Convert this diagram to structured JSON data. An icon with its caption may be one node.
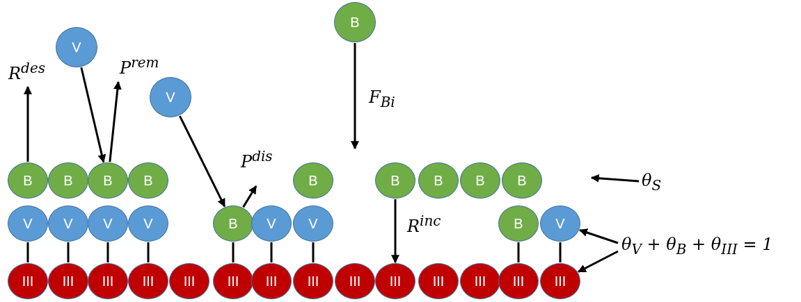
{
  "diagram": {
    "nodes": [
      {
        "text": [
          "B"
        ]
      },
      {
        "text": [
          "V"
        ]
      },
      {
        "text": [
          "V"
        ]
      },
      {
        "text": [
          "B"
        ]
      },
      {
        "text": [
          "B"
        ]
      },
      {
        "text": [
          "B"
        ]
      },
      {
        "text": [
          "B"
        ]
      },
      {
        "text": [
          "B"
        ]
      },
      {
        "text": [
          "B"
        ]
      },
      {
        "text": [
          "B"
        ]
      },
      {
        "text": [
          "B"
        ]
      },
      {
        "text": [
          "B"
        ]
      },
      {
        "text": [
          "V"
        ]
      },
      {
        "text": [
          "V"
        ]
      },
      {
        "text": [
          "V"
        ]
      },
      {
        "text": [
          "V"
        ]
      },
      {
        "text": [
          "B"
        ]
      },
      {
        "text": [
          "V"
        ]
      },
      {
        "text": [
          "V"
        ]
      },
      {
        "text": [
          "B"
        ]
      },
      {
        "text": [
          "V"
        ]
      },
      {
        "text": [
          "III"
        ]
      },
      {
        "text": [
          "III"
        ]
      },
      {
        "text": [
          "III"
        ]
      },
      {
        "text": [
          "III"
        ]
      },
      {
        "text": [
          "III"
        ]
      },
      {
        "text": [
          "III"
        ]
      },
      {
        "text": [
          "III"
        ]
      },
      {
        "text": [
          "III"
        ]
      },
      {
        "text": [
          "III"
        ]
      },
      {
        "text": [
          "III"
        ]
      },
      {
        "text": [
          "III"
        ]
      },
      {
        "text": [
          "III"
        ]
      },
      {
        "text": [
          "III"
        ]
      },
      {
        "text": [
          "III"
        ]
      },
      {
        "text": [
          "θ$_{S}$"
        ]
      },
      {
        "text": [
          "θ$_{V}$ + θ$_{B}$ + θ$_{III}$ = 1"
        ]
      }
    ],
    "edges": [
      {
        "from": 1,
        "to": 5,
        "arrow": "to"
      },
      {
        "from": 3,
        "to": null,
        "arrow": "to",
        "label": "R$^{des}$"
      },
      {
        "from": 5,
        "to": null,
        "arrow": "to",
        "label": "P$^{rem}$"
      },
      {
        "from": 2,
        "to": 16,
        "arrow": "to"
      },
      {
        "from": 16,
        "to": null,
        "arrow": "to",
        "label": "P$^{dis}$"
      },
      {
        "from": 0,
        "to": null,
        "arrow": "to",
        "label": "F$_{Bi}$"
      },
      {
        "from": 8,
        "to": 30,
        "arrow": "to",
        "label": "R$^{inc}$"
      },
      {
        "from": 35,
        "to": null,
        "arrow": "to"
      },
      {
        "from": 36,
        "to": 20,
        "arrow": "to"
      },
      {
        "from": 36,
        "to": 34,
        "arrow": "to"
      },
      {
        "from": 12,
        "to": 21,
        "arrow": "none"
      },
      {
        "from": 13,
        "to": 22,
        "arrow": "none"
      },
      {
        "from": 14,
        "to": 23,
        "arrow": "none"
      },
      {
        "from": 15,
        "to": 24,
        "arrow": "none"
      },
      {
        "from": 16,
        "to": 26,
        "arrow": "none"
      },
      {
        "from": 17,
        "to": 27,
        "arrow": "none"
      },
      {
        "from": 18,
        "to": 28,
        "arrow": "none"
      },
      {
        "from": 19,
        "to": 33,
        "arrow": "none"
      },
      {
        "from": 20,
        "to": 34,
        "arrow": "none"
      }
    ]
  }
}
